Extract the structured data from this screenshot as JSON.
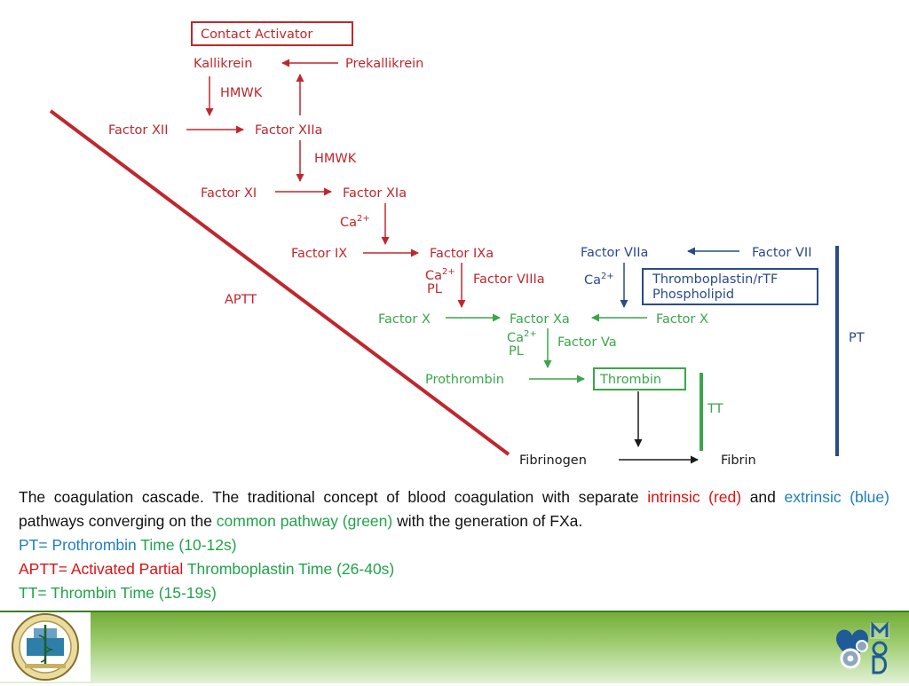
{
  "nodes": {
    "contact_activator": "Contact Activator",
    "kallikrein": "Kallikrein",
    "prekallikrein": "Prekallikrein",
    "hmwk_1": "HMWK",
    "factor_xii": "Factor XII",
    "factor_xiia": "Factor XIIa",
    "hmwk_2": "HMWK",
    "factor_xi": "Factor XI",
    "factor_xia": "Factor XIa",
    "ca_1": "Ca",
    "ca_1_sup": "2+",
    "factor_ix": "Factor IX",
    "factor_ixa": "Factor IXa",
    "ca_2": "Ca",
    "ca_2_sup": "2+",
    "pl_1": "PL",
    "factor_viiia": "Factor VIIIa",
    "factor_x_left": "Factor X",
    "factor_xa": "Factor Xa",
    "factor_x_right": "Factor X",
    "ca_3": "Ca",
    "ca_3_sup": "2+",
    "pl_2": "PL",
    "factor_va": "Factor Va",
    "prothrombin": "Prothrombin",
    "thrombin": "Thrombin",
    "fibrinogen": "Fibrinogen",
    "fibrin": "Fibrin",
    "factor_viia": "Factor VIIa",
    "factor_vii": "Factor VII",
    "ca_4": "Ca",
    "ca_4_sup": "2+",
    "thromboplastin_line1": "Thromboplastin/rTF",
    "thromboplastin_line2": "Phospholipid",
    "aptt": "APTT",
    "pt": "PT",
    "tt": "TT"
  },
  "colors": {
    "intrinsic": "#c0272d",
    "extrinsic": "#2a4a8a",
    "common": "#3aa64a",
    "final": "#1a1a1a"
  },
  "caption": {
    "p1_a": "The coagulation cascade. The traditional concept of blood coagulation with separate ",
    "p1_intrinsic": "intrinsic (red)",
    "p1_and": " and ",
    "p1_extrinsic": "extrinsic (blue)",
    "p1_b": " pathways converging on the ",
    "p1_common": "common pathway (green)",
    "p1_c": " with the generation of FXa.",
    "pt_a": "PT= Prothrombin",
    "pt_b": " Time (10-12s)",
    "aptt_a": "APTT= Activated Partial",
    "aptt_b": " Thromboplastin Time (26-40s)",
    "tt": "TT= Thrombin Time (15-19s)"
  },
  "footer": {
    "logo_left_icon": "university-seal-logo",
    "logo_right_icon": "mod-logo"
  }
}
